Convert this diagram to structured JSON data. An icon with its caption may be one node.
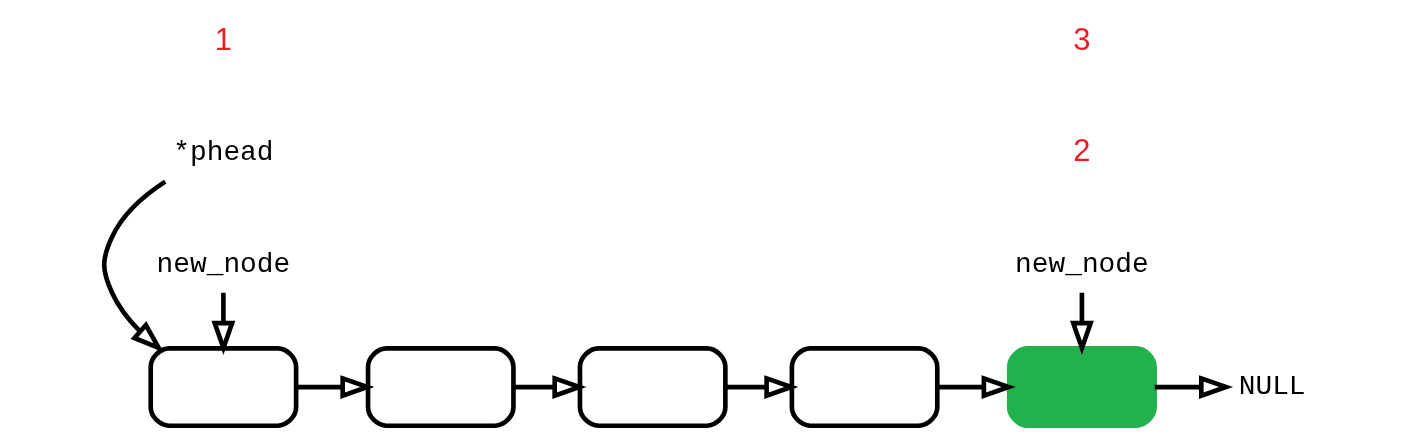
{
  "diagram": {
    "nodes": [
      {
        "text": [
          "*phead"
        ]
      },
      {
        "text": [],
        "shape": "box"
      },
      {
        "text": [],
        "shape": "box"
      },
      {
        "text": [],
        "shape": "box"
      },
      {
        "text": [],
        "shape": "box"
      },
      {
        "text": [],
        "shape": "box"
      },
      {
        "text": [
          "NULL"
        ]
      },
      {
        "text": [
          "new_node"
        ]
      },
      {
        "text": [
          "new_node"
        ]
      }
    ],
    "edges": [
      {
        "from": 0,
        "to": 1,
        "arrow": "to"
      },
      {
        "from": 7,
        "to": 1,
        "arrow": "to"
      },
      {
        "from": 1,
        "to": 2,
        "arrow": "to"
      },
      {
        "from": 2,
        "to": 3,
        "arrow": "to"
      },
      {
        "from": 3,
        "to": 4,
        "arrow": "to"
      },
      {
        "from": 4,
        "to": 5,
        "arrow": "to"
      },
      {
        "from": 5,
        "to": 6,
        "arrow": "to"
      },
      {
        "from": 8,
        "to": 5,
        "arrow": "to"
      }
    ],
    "labels": [
      "2",
      "1",
      "3"
    ]
  }
}
